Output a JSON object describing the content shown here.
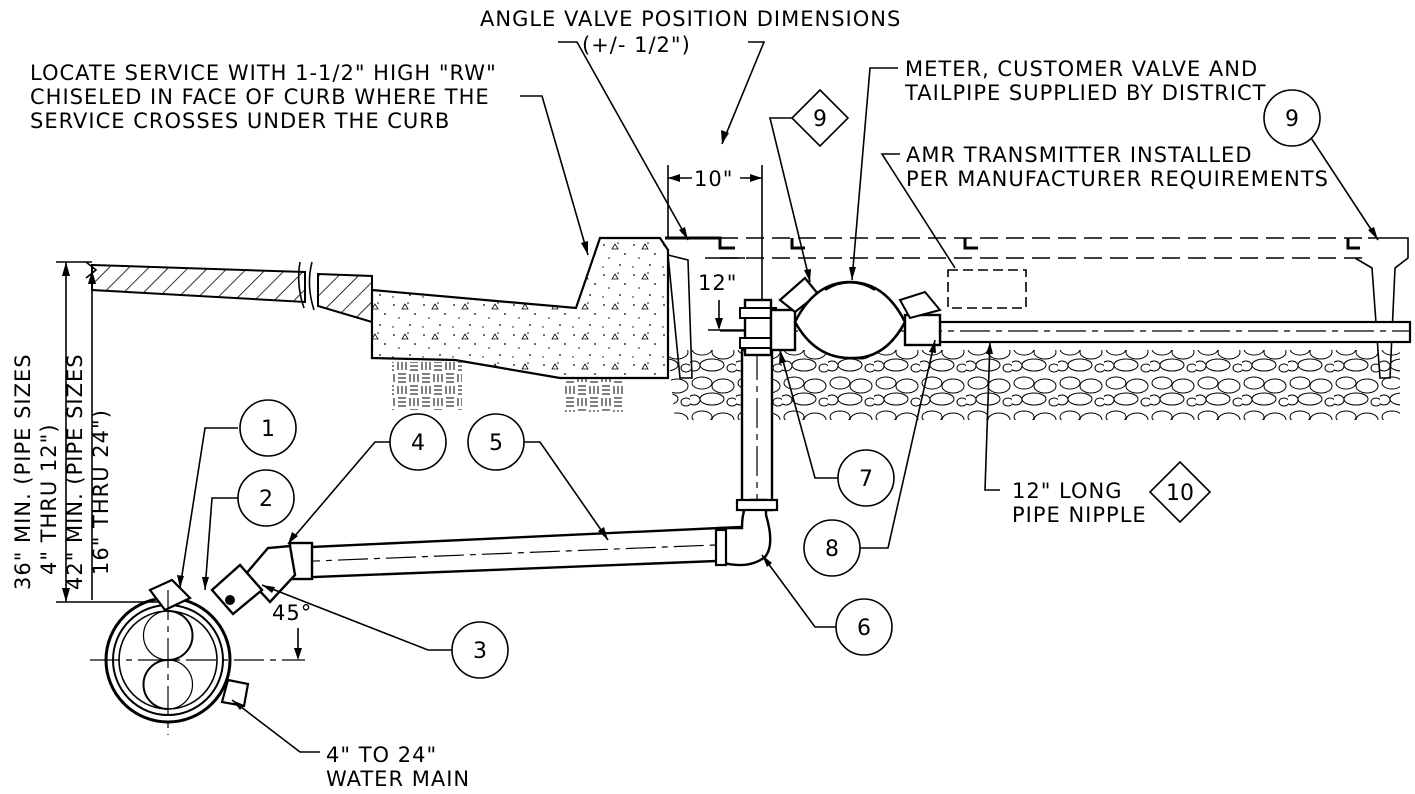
{
  "labels": {
    "angle_valve_title": "ANGLE VALVE POSITION DIMENSIONS",
    "angle_valve_tolerance": "(+/- 1/2\")",
    "locate_line1": "LOCATE SERVICE WITH 1-1/2\" HIGH \"RW\"",
    "locate_line2": "CHISELED IN FACE OF CURB WHERE THE",
    "locate_line3": "SERVICE CROSSES UNDER THE CURB",
    "meter_line1": "METER, CUSTOMER VALVE AND",
    "meter_line2": "TAILPIPE SUPPLIED BY DISTRICT",
    "amr_line1": "AMR TRANSMITTER INSTALLED",
    "amr_line2": "PER MANUFACTURER REQUIREMENTS",
    "dim_10": "10\"",
    "dim_12": "12\"",
    "depth36_line1": "36\" MIN. (PIPE SIZES",
    "depth36_line2": "4\" THRU 12\")",
    "depth42_line1": "42\" MIN. (PIPE SIZES",
    "depth42_line2": "16\" THRU 24\")",
    "angle_45": "45°",
    "nipple_line1": "12\" LONG",
    "nipple_line2": "PIPE NIPPLE",
    "main_line1": "4\" TO 24\"",
    "main_line2": "WATER MAIN"
  },
  "callouts": {
    "c1": "1",
    "c2": "2",
    "c3": "3",
    "c4": "4",
    "c5": "5",
    "c6": "6",
    "c7": "7",
    "c8": "8",
    "c9a": "9",
    "c9b": "9",
    "c10": "10"
  }
}
